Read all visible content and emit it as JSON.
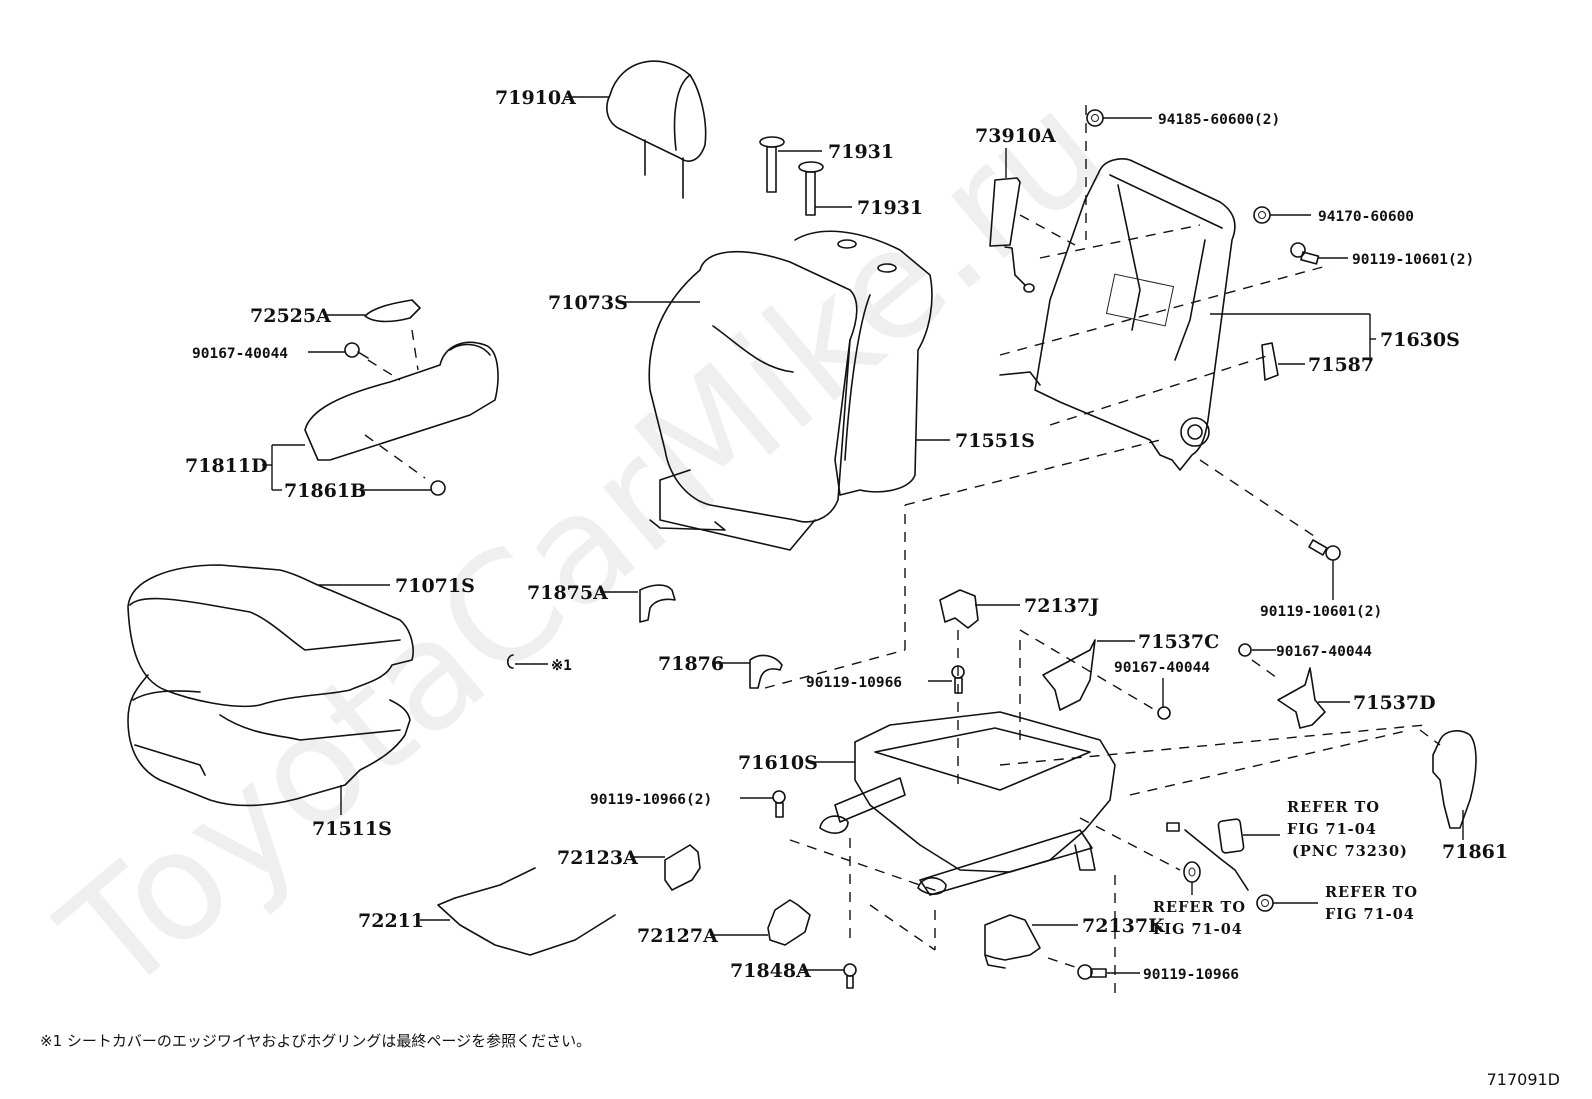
{
  "watermark": "ToyotaCarMike.ru",
  "figure_number": "717091D",
  "footnote": "※1 シートカバーのエッジワイヤおよびホグリングは最終ページを参照ください。",
  "callouts": {
    "c71910A": "71910A",
    "c71931a": "71931",
    "c71931b": "71931",
    "c73910A": "73910A",
    "c94185": "94185-60600(2)",
    "c94170": "94170-60600",
    "c90119_10601a": "90119-10601(2)",
    "c71630S": "71630S",
    "c71587": "71587",
    "c72525A": "72525A",
    "c90167a": "90167-40044",
    "c71073S": "71073S",
    "c71551S": "71551S",
    "c71811D": "71811D",
    "c71861B": "71861B",
    "c71071S": "71071S",
    "c71875A": "71875A",
    "c72137J": "72137J",
    "c90119_10601b": "90119-10601(2)",
    "c71537C": "71537C",
    "c90167b": "90167-40044",
    "c90167c": "90167-40044",
    "c71876": "71876",
    "c90119_10966a": "90119-10966",
    "c71537D": "71537D",
    "c71610S": "71610S",
    "c71861": "71861",
    "c90119_10966b": "90119-10966(2)",
    "c71511S": "71511S",
    "c72123A": "72123A",
    "c72211": "72211",
    "c72127A": "72127A",
    "c72137K": "72137K",
    "c71848A": "71848A",
    "c90119_10966c": "90119-10966",
    "note_mark": "※1"
  },
  "references": {
    "buckle": [
      "REFER TO",
      "FIG 71-04",
      "(PNC 73230)"
    ],
    "washer": [
      "REFER TO",
      "FIG 71-04"
    ],
    "nut": [
      "REFER TO",
      "FIG 71-04"
    ]
  }
}
